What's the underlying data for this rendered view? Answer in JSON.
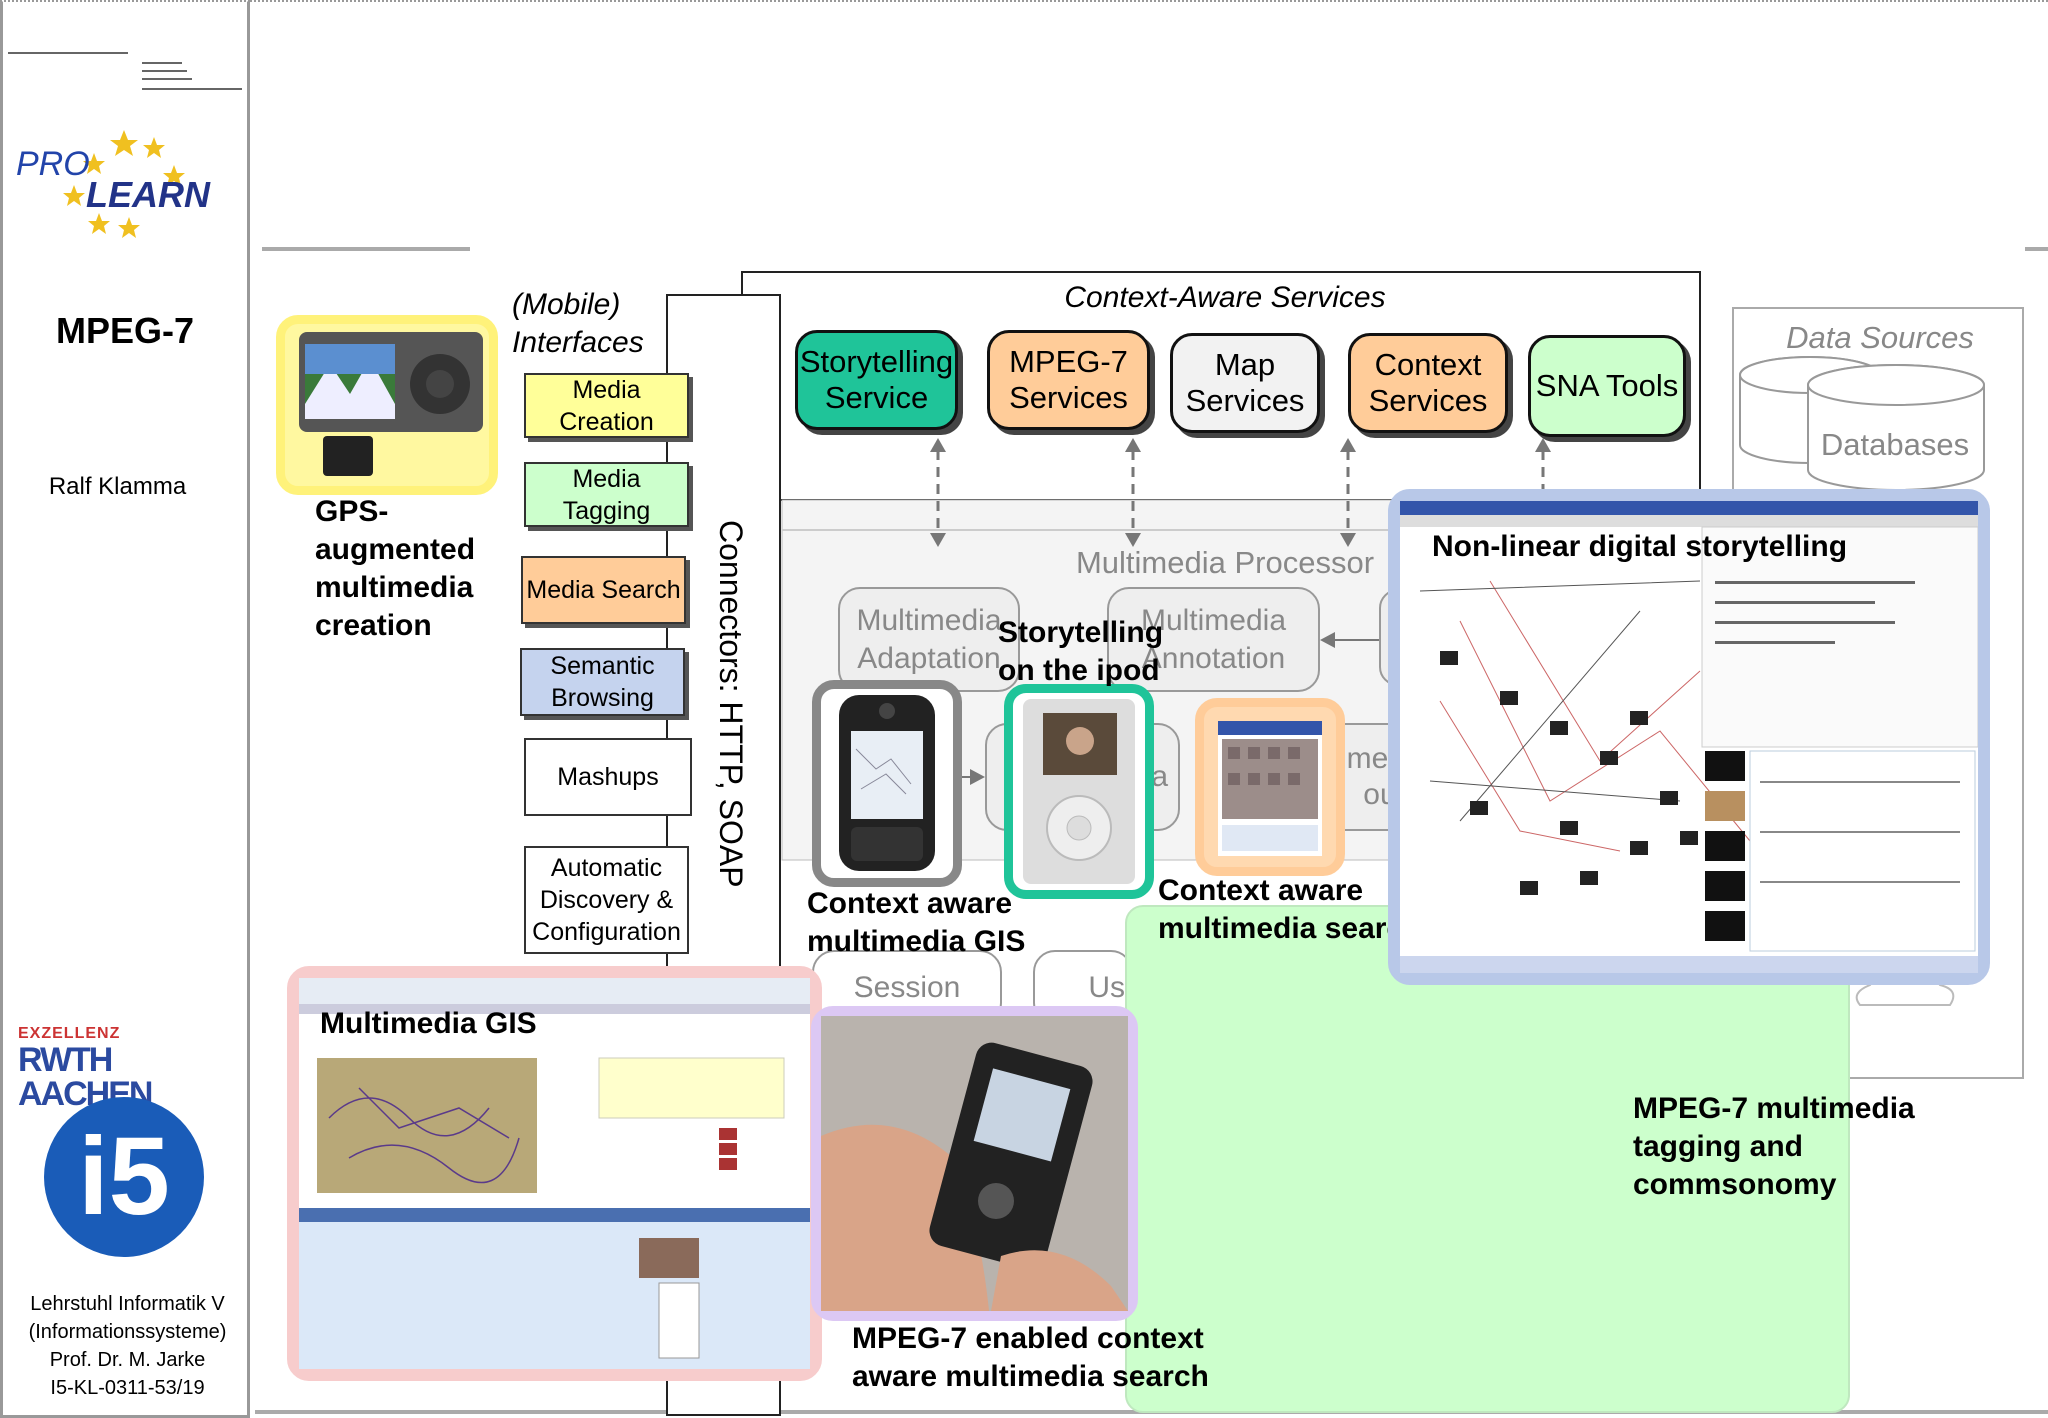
{
  "sidebar": {
    "title": "MPEG-7",
    "author": "Ralf Klamma",
    "logo_top_text": "PRO LEARN",
    "logo_rwth_top": "EXZELLENZ",
    "logo_rwth_main": "RWTH AACHEN",
    "logo_i5": "i5",
    "footer_lines": [
      "Lehrstuhl Informatik V",
      "(Informationssysteme)",
      "Prof. Dr. M. Jarke",
      "I5-KL-0311-53/19"
    ]
  },
  "interfaces": {
    "title_line1": "(Mobile)",
    "title_line2": "Interfaces",
    "items": [
      {
        "label": "Media Creation",
        "color": "#ffff99"
      },
      {
        "label": "Media Tagging",
        "color": "#ccffcc"
      },
      {
        "label": "Media Search",
        "color": "#ffcc99"
      },
      {
        "label": "Semantic Browsing",
        "color": "#c5d3ee"
      },
      {
        "label": "Mashups",
        "color": "#ffffff"
      },
      {
        "label": "Automatic Discovery & Configuration",
        "color": "#ffffff"
      }
    ]
  },
  "connectors_label": "Connectors: HTTP, SOAP",
  "services": {
    "title": "Context-Aware Services",
    "items": [
      {
        "label": "Storytelling Service",
        "color": "#1fc499"
      },
      {
        "label": "MPEG-7 Services",
        "color": "#ffcc99"
      },
      {
        "label": "Map Services",
        "color": "#f2f2f2"
      },
      {
        "label": "Context Services",
        "color": "#ffcc99"
      },
      {
        "label": "SNA Tools",
        "color": "#ccffcc"
      }
    ]
  },
  "processor": {
    "title": "Multimedia Processor",
    "adaptation": "Multimedia Adaptation",
    "annotation": "Multimedia Annotation",
    "partial_mid": "a",
    "partial_right_1": "med",
    "partial_right_2": "out",
    "session": "Session",
    "user_partial": "Us"
  },
  "data_sources": {
    "title": "Data Sources",
    "databases": "Databases"
  },
  "captions": {
    "gps": [
      "GPS-",
      "augmented",
      "multimedia",
      "creation"
    ],
    "storytelling_ipod": [
      "Storytelling",
      "on the ipod"
    ],
    "context_gis": [
      "Context aware",
      "multimedia GIS"
    ],
    "context_search": [
      "Context aware",
      "multimedia search"
    ],
    "nonlinear": "Non-linear digital storytelling",
    "multimedia_gis": "Multimedia GIS",
    "mpeg7_search": [
      "MPEG-7 enabled context",
      "aware multimedia search"
    ],
    "tagging": [
      "MPEG-7 multimedia",
      "tagging and",
      "commsonomy"
    ]
  }
}
